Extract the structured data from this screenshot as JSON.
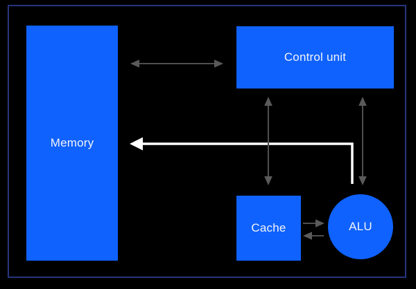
{
  "frame": {
    "background_color": "#000000",
    "border_color": "#27357e"
  },
  "palette": {
    "node_fill": "#0f62fe",
    "node_text": "#f2f4f8",
    "arrow_gray_line": "#4f4f4f",
    "arrow_gray_head": "#5a5a5a",
    "arrow_highlight": "#ffffff"
  },
  "nodes": {
    "memory": {
      "label": "Memory",
      "shape": "rect"
    },
    "control_unit": {
      "label": "Control unit",
      "shape": "rect"
    },
    "cache": {
      "label": "Cache",
      "shape": "rect"
    },
    "alu": {
      "label": "ALU",
      "shape": "circle"
    }
  },
  "edges": [
    {
      "from": "memory",
      "to": "control_unit",
      "direction": "bidirectional",
      "style": "gray"
    },
    {
      "from": "control_unit",
      "to": "cache",
      "direction": "bidirectional",
      "style": "gray"
    },
    {
      "from": "control_unit",
      "to": "alu",
      "direction": "bidirectional",
      "style": "gray"
    },
    {
      "from": "cache",
      "to": "alu",
      "direction": "one-way",
      "style": "gray"
    },
    {
      "from": "alu",
      "to": "cache",
      "direction": "one-way",
      "style": "gray"
    },
    {
      "from": "alu",
      "to": "memory",
      "direction": "one-way",
      "style": "white-highlight"
    }
  ]
}
